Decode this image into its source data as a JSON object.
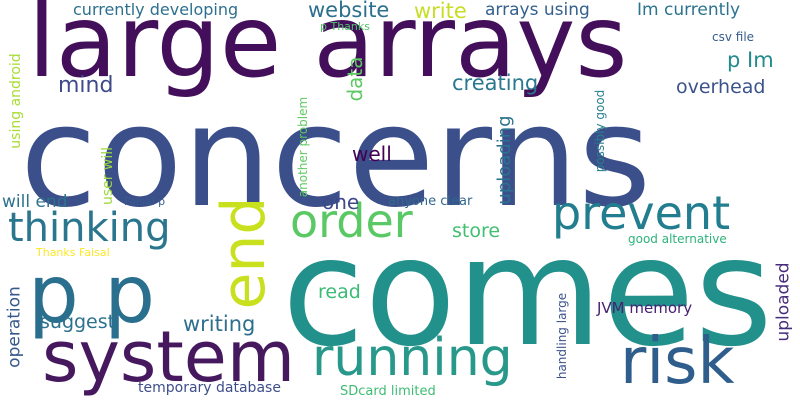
{
  "words": [
    {
      "text": "concerns",
      "color": "#3b4f8a",
      "orientation": "horizontal"
    },
    {
      "text": "comes",
      "color": "#22908b",
      "orientation": "horizontal"
    },
    {
      "text": "large arrays",
      "color": "#440f5a",
      "orientation": "horizontal"
    },
    {
      "text": "p p",
      "color": "#2b6f8e",
      "orientation": "horizontal"
    },
    {
      "text": "system",
      "color": "#46195f",
      "orientation": "horizontal"
    },
    {
      "text": "risk",
      "color": "#2f5e8c",
      "orientation": "horizontal"
    },
    {
      "text": "running",
      "color": "#27988a",
      "orientation": "horizontal"
    },
    {
      "text": "prevent",
      "color": "#227d8e",
      "orientation": "horizontal"
    },
    {
      "text": "end",
      "color": "#c9e01f",
      "orientation": "vertical"
    },
    {
      "text": "order",
      "color": "#5ac864",
      "orientation": "horizontal"
    },
    {
      "text": "thinking",
      "color": "#2a768e",
      "orientation": "horizontal"
    },
    {
      "text": "website",
      "color": "#2c6f8e",
      "orientation": "horizontal"
    },
    {
      "text": "write",
      "color": "#c7de25",
      "orientation": "horizontal"
    },
    {
      "text": "arrays using",
      "color": "#34608d",
      "orientation": "horizontal"
    },
    {
      "text": "Im currently",
      "color": "#2b738e",
      "orientation": "horizontal"
    },
    {
      "text": "currently developing",
      "color": "#2d708e",
      "orientation": "horizontal"
    },
    {
      "text": "p Thanks",
      "color": "#4fc26a",
      "orientation": "horizontal"
    },
    {
      "text": "csv file",
      "color": "#365d8d",
      "orientation": "horizontal"
    },
    {
      "text": "p Im",
      "color": "#238a8d",
      "orientation": "horizontal"
    },
    {
      "text": "mind",
      "color": "#3e4a89",
      "orientation": "horizontal"
    },
    {
      "text": "data",
      "color": "#5cc863",
      "orientation": "vertical"
    },
    {
      "text": "creating",
      "color": "#2a788e",
      "orientation": "horizontal"
    },
    {
      "text": "overhead",
      "color": "#3a538b",
      "orientation": "horizontal"
    },
    {
      "text": "possibly good",
      "color": "#26818e",
      "orientation": "vertical"
    },
    {
      "text": "another problem",
      "color": "#5ec962",
      "orientation": "vertical"
    },
    {
      "text": "uploading",
      "color": "#2b728e",
      "orientation": "vertical"
    },
    {
      "text": "well",
      "color": "#440154",
      "orientation": "horizontal"
    },
    {
      "text": "user will",
      "color": "#9bd93c",
      "orientation": "vertical"
    },
    {
      "text": "using android",
      "color": "#a8db34",
      "orientation": "vertical"
    },
    {
      "text": "will end",
      "color": "#2c728e",
      "orientation": "horizontal"
    },
    {
      "text": "Faisal p",
      "color": "#365c8d",
      "orientation": "horizontal"
    },
    {
      "text": "one",
      "color": "#3f4889",
      "orientation": "horizontal"
    },
    {
      "text": "anyone clear",
      "color": "#31678e",
      "orientation": "horizontal"
    },
    {
      "text": "good alternative",
      "color": "#2db27d",
      "orientation": "horizontal"
    },
    {
      "text": "store",
      "color": "#42be71",
      "orientation": "horizontal"
    },
    {
      "text": "Thanks Faisal",
      "color": "#fde725",
      "orientation": "horizontal"
    },
    {
      "text": "operation",
      "color": "#38598c",
      "orientation": "vertical"
    },
    {
      "text": "uploaded",
      "color": "#472d7b",
      "orientation": "vertical"
    },
    {
      "text": "read",
      "color": "#3bbb75",
      "orientation": "horizontal"
    },
    {
      "text": "JVM memory",
      "color": "#482173",
      "orientation": "horizontal"
    },
    {
      "text": "suggest",
      "color": "#2c718e",
      "orientation": "horizontal"
    },
    {
      "text": "writing",
      "color": "#2e6e8e",
      "orientation": "horizontal"
    },
    {
      "text": "handling large",
      "color": "#3b528b",
      "orientation": "vertical"
    },
    {
      "text": "temporary database",
      "color": "#3d4e8a",
      "orientation": "horizontal"
    },
    {
      "text": "SDcard limited",
      "color": "#3fbc73",
      "orientation": "horizontal"
    }
  ]
}
